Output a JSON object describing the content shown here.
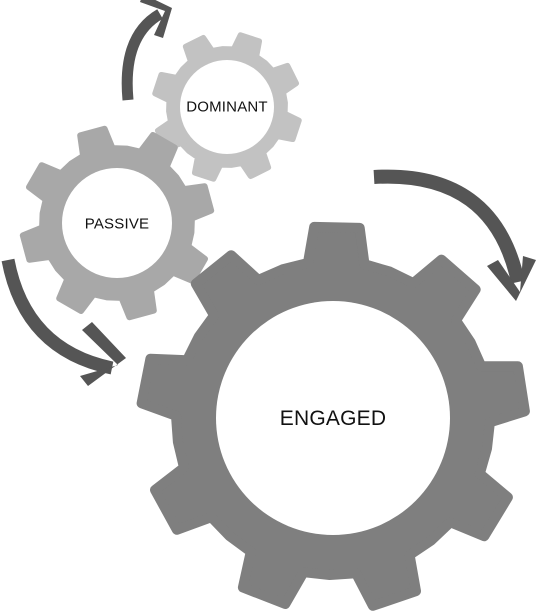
{
  "diagram": {
    "gears": [
      {
        "id": "dominant",
        "label": "DOMINANT"
      },
      {
        "id": "passive",
        "label": "PASSIVE"
      },
      {
        "id": "engaged",
        "label": "ENGAGED"
      }
    ],
    "arrows": [
      {
        "id": "left",
        "direction": "clockwise"
      },
      {
        "id": "top",
        "direction": "clockwise"
      },
      {
        "id": "right",
        "direction": "clockwise"
      }
    ]
  },
  "colors": {
    "light_gear": "#c2c2c2",
    "mid_gear": "#a8a8a8",
    "dark_gear": "#7f7f7f",
    "arrow": "#555555",
    "hub": "#ffffff",
    "text": "#111111"
  }
}
